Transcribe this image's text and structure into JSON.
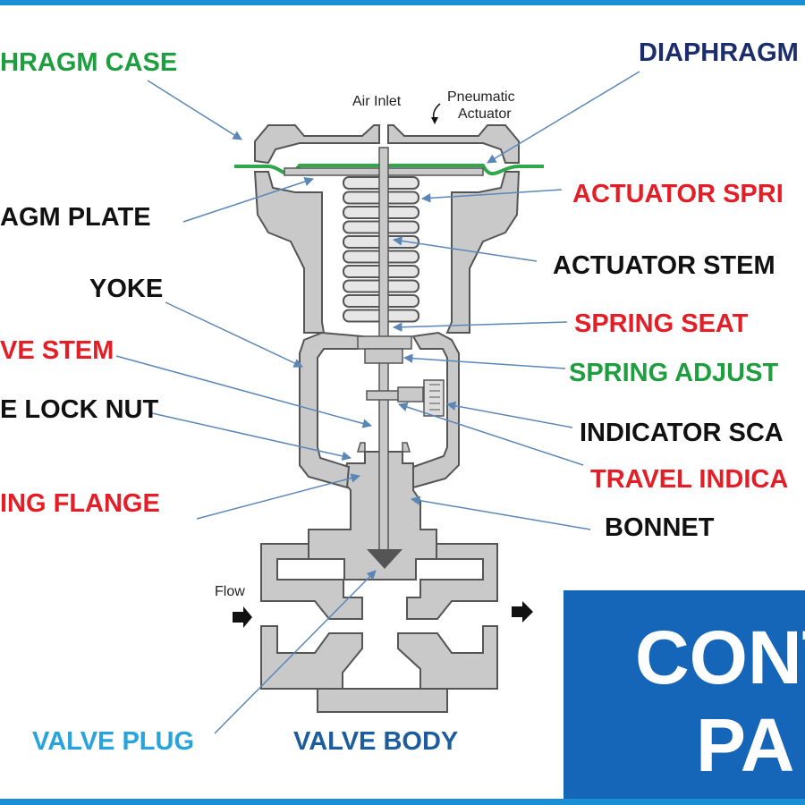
{
  "colors": {
    "green": "#1e9e3e",
    "red": "#e41e26",
    "navy": "#1c2d6b",
    "black": "#111111",
    "light_blue": "#28a3dc",
    "valve_body_blue": "#1d5d9e",
    "leader": "#5b87b8",
    "metal_fill": "#c9c9c9",
    "metal_stroke": "#555555",
    "banner": "#1565b8",
    "frame": "#1a8fd6"
  },
  "labels": {
    "diaphragm_case": "HRAGM CASE",
    "diaphragm": "DIAPHRAGM",
    "diaphragm_plate": "AGM  PLATE",
    "actuator_spring": "ACTUATOR SPRI",
    "actuator_stem": "ACTUATOR STEM",
    "yoke": "YOKE",
    "spring_seat": "SPRING SEAT",
    "valve_stem": "VE STEM",
    "spring_adjuster": "SPRING ADJUST",
    "stem_lock_nut": "E LOCK NUT",
    "indicator_scale": "INDICATOR SCA",
    "travel_indicator": "TRAVEL INDICA",
    "yoke_locking_flange": "ING FLANGE",
    "bonnet": "BONNET",
    "valve_plug": "VALVE PLUG",
    "valve_body": "VALVE BODY"
  },
  "annotations": {
    "air_inlet": "Air Inlet",
    "pneumatic": "Pneumatic",
    "actuator": "Actuator",
    "flow": "Flow"
  },
  "banner": {
    "line1": "CONT",
    "line2": "PA"
  },
  "icons": {
    "flow_in": "right-arrow-icon",
    "flow_out": "right-arrow-icon",
    "pneumatic_pointer": "curved-arrow-icon"
  }
}
